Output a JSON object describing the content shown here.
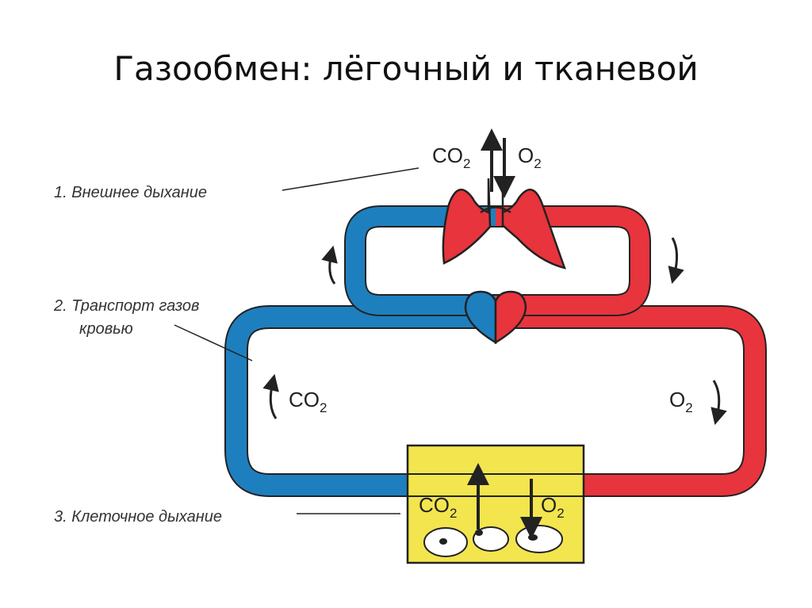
{
  "slide": {
    "title": "Газообмен: лёгочный и тканевой"
  },
  "labels": {
    "external": "1. Внешнее дыхание",
    "transport_line1": "2. Транспорт газов",
    "transport_line2": "кровью",
    "cellular": "3. Клеточное дыхание"
  },
  "gases": {
    "co2_main": "CO",
    "co2_sub": "2",
    "o2_main": "O",
    "o2_sub": "2"
  },
  "colors": {
    "venous": "#1e7fbf",
    "arterial": "#e8343c",
    "tissue": "#f3e54e",
    "outline": "#222222"
  }
}
